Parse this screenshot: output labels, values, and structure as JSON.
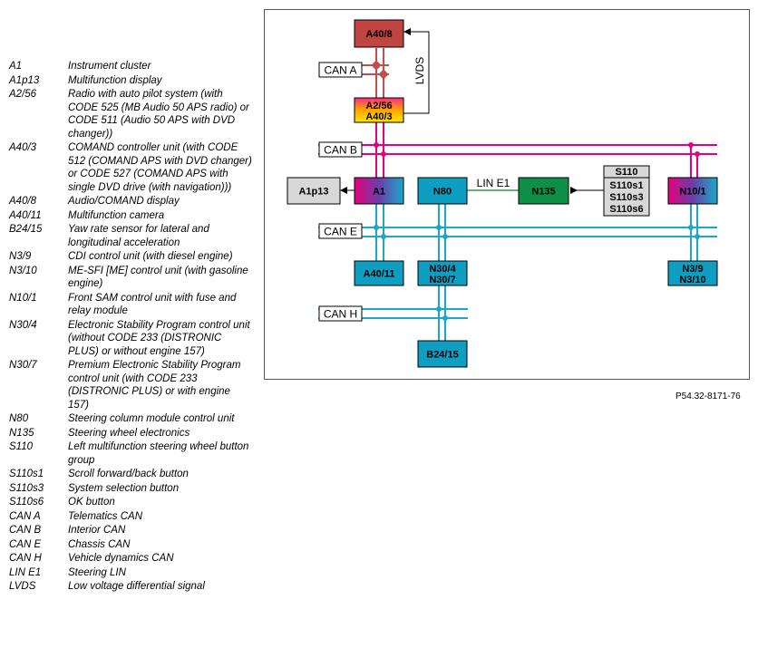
{
  "legend": [
    {
      "code": "A1",
      "desc": "Instrument cluster"
    },
    {
      "code": "A1p13",
      "desc": "Multifunction display"
    },
    {
      "code": "A2/56",
      "desc": "Radio with auto pilot system (with CODE 525 (MB Audio 50 APS radio) or CODE 511 (Audio 50 APS with DVD changer))"
    },
    {
      "code": "A40/3",
      "desc": "COMAND controller unit (with CODE 512 (COMAND APS with DVD changer) or CODE 527 (COMAND APS with single DVD drive (with navigation)))"
    },
    {
      "code": "A40/8",
      "desc": "Audio/COMAND display"
    },
    {
      "code": "A40/11",
      "desc": "Multifunction camera"
    },
    {
      "code": "B24/15",
      "desc": "Yaw rate sensor for lateral and longitudinal acceleration"
    },
    {
      "code": "N3/9",
      "desc": "CDI control unit (with diesel engine)"
    },
    {
      "code": "N3/10",
      "desc": "ME-SFI [ME] control unit (with gasoline engine)"
    },
    {
      "code": "N10/1",
      "desc": "Front SAM control unit with fuse and relay module"
    },
    {
      "code": "N30/4",
      "desc": "Electronic Stability Program control unit (without CODE 233 (DISTRONIC PLUS) or without engine 157)"
    },
    {
      "code": "N30/7",
      "desc": "Premium Electronic Stability Program control unit (with CODE 233 (DISTRONIC PLUS) or with engine 157)"
    },
    {
      "code": "N80",
      "desc": "Steering column module control unit"
    },
    {
      "code": "N135",
      "desc": "Steering wheel electronics"
    },
    {
      "code": "S110",
      "desc": "Left multifunction steering wheel button group"
    },
    {
      "code": "S110s1",
      "desc": "Scroll forward/back button"
    },
    {
      "code": "S110s3",
      "desc": "System selection button"
    },
    {
      "code": "S110s6",
      "desc": "OK button"
    },
    {
      "code": "CAN A",
      "desc": "Telematics CAN"
    },
    {
      "code": "CAN B",
      "desc": "Interior CAN"
    },
    {
      "code": "CAN E",
      "desc": "Chassis CAN"
    },
    {
      "code": "CAN H",
      "desc": "Vehicle dynamics CAN"
    },
    {
      "code": "LIN E1",
      "desc": "Steering LIN"
    },
    {
      "code": "LVDS",
      "desc": "Low voltage differential signal"
    }
  ],
  "diagram": {
    "boxes": {
      "a40_8": "A40/8",
      "a2_56": "A2/56",
      "a40_3": "A40/3",
      "a1p13": "A1p13",
      "a1": "A1",
      "n80": "N80",
      "n135": "N135",
      "s110": "S110",
      "s110s1": "S110s1",
      "s110s3": "S110s3",
      "s110s6": "S110s6",
      "n10_1": "N10/1",
      "a40_11": "A40/11",
      "n30_4": "N30/4",
      "n30_7": "N30/7",
      "n3_9": "N3/9",
      "n3_10": "N3/10",
      "b24_15": "B24/15"
    },
    "buses": {
      "can_a": "CAN A",
      "can_b": "CAN B",
      "can_e": "CAN E",
      "can_h": "CAN H",
      "lin_e1": "LIN E1",
      "lvds": "LVDS"
    },
    "colors": {
      "can_a": "#c0504d",
      "can_b": "#e6007e",
      "can_e": "#1ba8c8",
      "can_h": "#1ba8c8",
      "lin": "#2e9a4a",
      "control_red": "#c0443f",
      "control_teal": "#0e9ec2",
      "control_green": "#0d8f47",
      "grey_box": "#d8d8d8"
    }
  },
  "figure_ref": "P54.32-8171-76"
}
